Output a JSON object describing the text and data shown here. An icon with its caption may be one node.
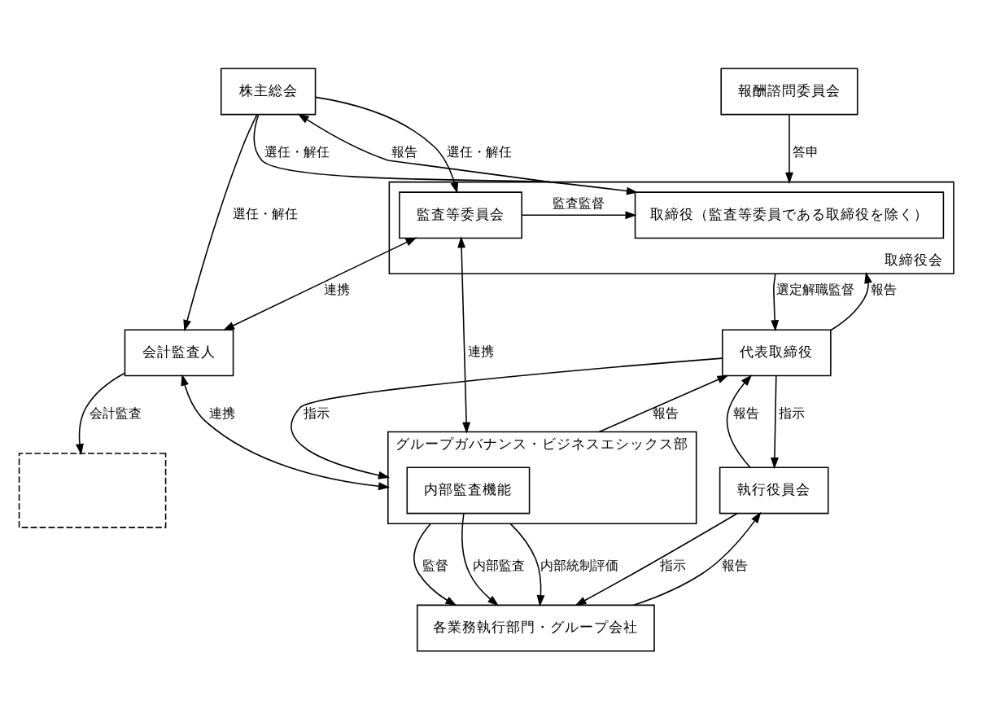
{
  "diagram": {
    "nodes": [
      {
        "text": [
          "株主総会"
        ]
      },
      {
        "text": [
          "取締役会"
        ]
      },
      {
        "text": [
          "取締役（監査等委員である取締役を除く）"
        ],
        "in": 1
      },
      {
        "text": [
          "監査等委員会"
        ],
        "in": 1
      },
      {
        "text": [
          "会計監査人"
        ]
      },
      {
        "text": [
          "報酬諮問委員会"
        ]
      },
      {
        "text": [
          "代表取締役"
        ]
      },
      {
        "text": [
          "グループガバナンス・ビジネスエシックス部"
        ]
      },
      {
        "text": [
          "内部監査機能"
        ],
        "in": 7
      },
      {
        "text": [
          "執行役員会"
        ]
      },
      {
        "text": [
          "各業務執行部門・グループ会社"
        ]
      },
      {
        "text": [],
        "shape": "box"
      }
    ],
    "edges": [
      {
        "from": 0,
        "to": 2,
        "arrow": "to",
        "label": "選任・解任"
      },
      {
        "from": 1,
        "to": 0,
        "arrow": "to",
        "label": "報告"
      },
      {
        "from": 0,
        "to": 3,
        "arrow": "to",
        "label": "選任・解任"
      },
      {
        "from": 0,
        "to": 4,
        "arrow": "to",
        "label": "選任・解任"
      },
      {
        "from": 3,
        "to": 2,
        "arrow": "to",
        "label": "監査監督"
      },
      {
        "from": 3,
        "to": 4,
        "arrow": "both",
        "label": "連携"
      },
      {
        "from": 5,
        "to": 1,
        "arrow": "to",
        "label": "答申"
      },
      {
        "from": 1,
        "to": 6,
        "arrow": "to",
        "label": "選定解職監督"
      },
      {
        "from": 6,
        "to": 1,
        "arrow": "to",
        "label": "報告"
      },
      {
        "from": 6,
        "to": 7,
        "arrow": "to",
        "label": "指示"
      },
      {
        "from": 7,
        "to": 6,
        "arrow": "to",
        "label": "報告"
      },
      {
        "from": 3,
        "to": 7,
        "arrow": "both",
        "label": "連携"
      },
      {
        "from": 4,
        "to": 7,
        "arrow": "both",
        "label": "連携"
      },
      {
        "from": 4,
        "to": 11,
        "arrow": "to",
        "label": "会計監査"
      },
      {
        "from": 6,
        "to": 9,
        "arrow": "to",
        "label": "指示"
      },
      {
        "from": 9,
        "to": 6,
        "arrow": "to",
        "label": "報告"
      },
      {
        "from": 8,
        "to": 10,
        "arrow": "to",
        "label": "内部監査"
      },
      {
        "from": 7,
        "to": 10,
        "arrow": "to",
        "label": "内部統制評価"
      },
      {
        "from": 7,
        "to": 10,
        "arrow": "to",
        "label": "監督"
      },
      {
        "from": 9,
        "to": 10,
        "arrow": "to",
        "label": "指示"
      },
      {
        "from": 10,
        "to": 9,
        "arrow": "to",
        "label": "報告"
      }
    ]
  }
}
